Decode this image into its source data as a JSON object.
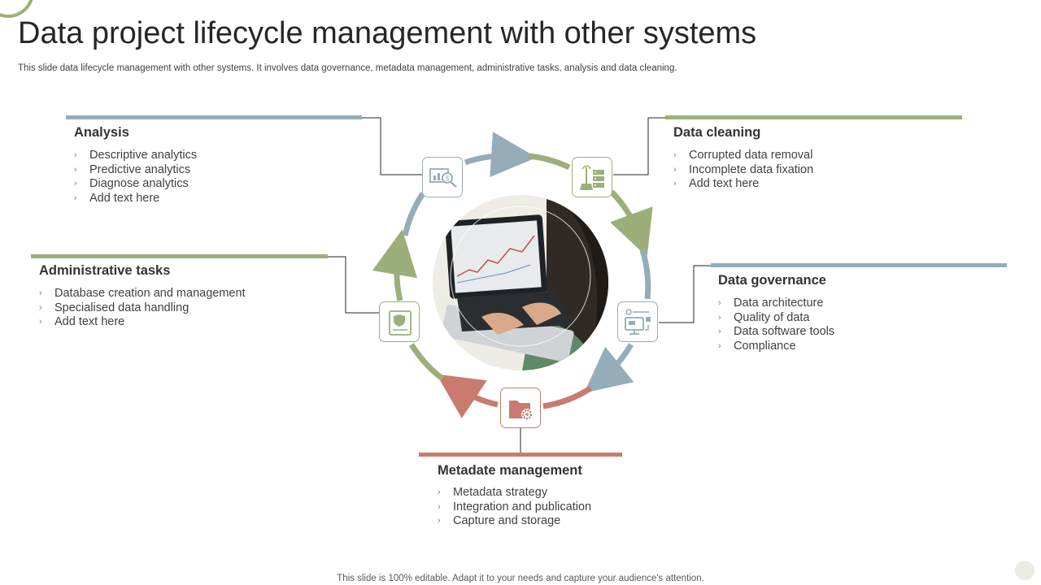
{
  "title": "Data project lifecycle management with other systems",
  "subtitle": "This slide data lifecycle management with other systems. It involves data governance, metadata management, administrative tasks, analysis and data cleaning.",
  "footer": "This slide is 100% editable. Adapt it to your needs and capture your audience's attention.",
  "colors": {
    "green": "#9caf7a",
    "blue": "#94adb9",
    "red": "#c87b6e"
  },
  "sections": {
    "analysis": {
      "heading": "Analysis",
      "items": [
        "Descriptive analytics",
        "Predictive analytics",
        "Diagnose analytics",
        "Add text here"
      ],
      "icon": "analytics-search-icon"
    },
    "data_cleaning": {
      "heading": "Data cleaning",
      "items": [
        "Corrupted data removal",
        "Incomplete data fixation",
        "Add text here"
      ],
      "icon": "broom-database-icon"
    },
    "administrative_tasks": {
      "heading": "Administrative tasks",
      "items": [
        "Database creation and management",
        "Specialised data handling",
        "Add text here"
      ],
      "icon": "document-shield-icon"
    },
    "data_governance": {
      "heading": "Data governance",
      "items": [
        "Data architecture",
        "Quality of data",
        "Data software tools",
        "Compliance"
      ],
      "icon": "monitor-network-icon"
    },
    "metadata_management": {
      "heading": "Metadate management",
      "items": [
        "Metadata strategy",
        "Integration and publication",
        "Capture and storage"
      ],
      "icon": "folder-gear-icon"
    }
  }
}
